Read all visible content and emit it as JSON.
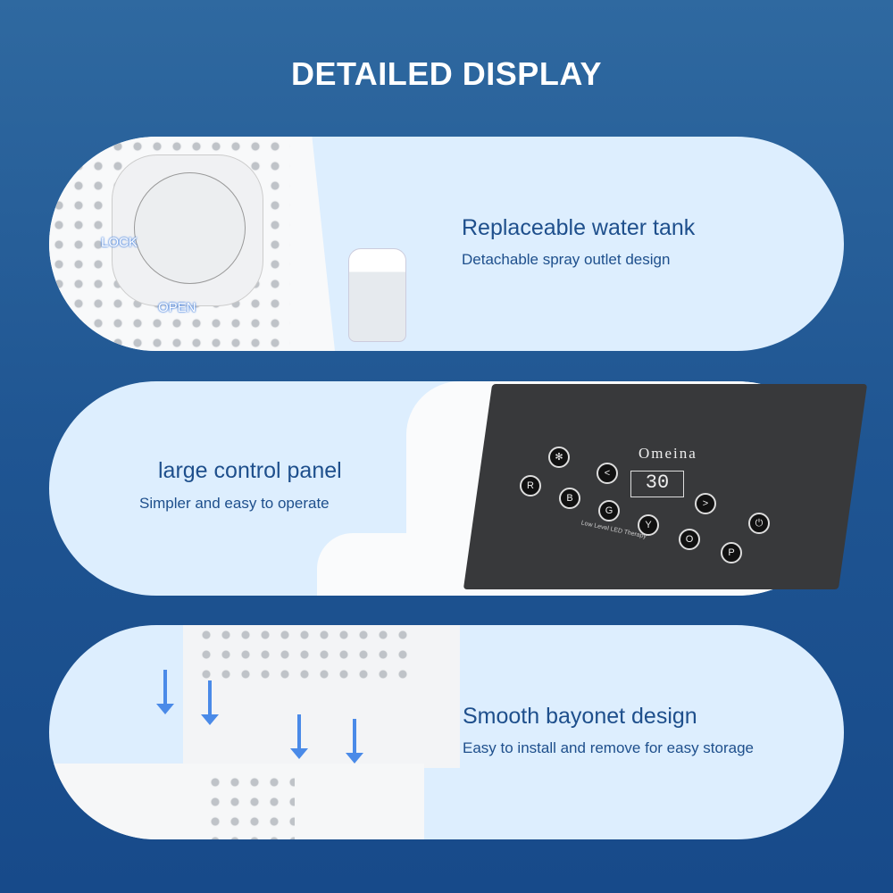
{
  "title": "DETAILED DISPLAY",
  "sections": [
    {
      "heading": "Replaceable water tank",
      "subheading": "Detachable spray outlet design",
      "labels": {
        "lock": "LOCK",
        "open": "OPEN"
      }
    },
    {
      "heading": "large control panel",
      "subheading": "Simpler and easy to operate",
      "panel": {
        "brand": "Omeina",
        "display": "30",
        "tagline": "Low Level LED Therapy",
        "buttons": [
          "R",
          "B",
          "G",
          "Y",
          "O",
          "P",
          "<",
          ">"
        ]
      }
    },
    {
      "heading": "Smooth bayonet design",
      "subheading": "Easy to install and remove for easy storage"
    }
  ],
  "colors": {
    "background": "#1f5592",
    "pill": "#ddeefe",
    "text": "#1e4f8c",
    "arrow": "#4a8ae8"
  }
}
